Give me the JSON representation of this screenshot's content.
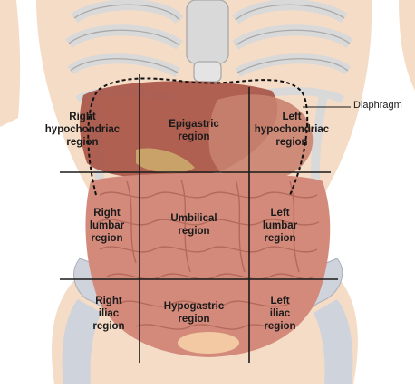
{
  "callout": {
    "label": "Diaphragm"
  },
  "regions": [
    {
      "key": "right-hypochondriac",
      "lines": [
        "Right",
        "hypochondriac",
        "region"
      ]
    },
    {
      "key": "epigastric",
      "lines": [
        "Epigastric",
        "region"
      ]
    },
    {
      "key": "left-hypochondriac",
      "lines": [
        "Left",
        "hypochondriac",
        "region"
      ]
    },
    {
      "key": "right-lumbar",
      "lines": [
        "Right",
        "lumbar",
        "region"
      ]
    },
    {
      "key": "umbilical",
      "lines": [
        "Umbilical",
        "region"
      ]
    },
    {
      "key": "left-lumbar",
      "lines": [
        "Left",
        "lumbar",
        "region"
      ]
    },
    {
      "key": "right-iliac",
      "lines": [
        "Right",
        "iliac",
        "region"
      ]
    },
    {
      "key": "hypogastric",
      "lines": [
        "Hypogastric",
        "region"
      ]
    },
    {
      "key": "left-iliac",
      "lines": [
        "Left",
        "iliac",
        "region"
      ]
    }
  ],
  "colors": {
    "skin": "#f5dcc6",
    "skin_shadow": "#e8c3a6",
    "bone": "#d9d9d9",
    "bone_edge": "#a9a9a9",
    "liver": "#a34a3c",
    "stomach": "#c9826f",
    "intestine": "#d38a7b",
    "intestine_edge": "#b46a5b",
    "pelvis": "#cfd3dc",
    "grid_line": "#1a1a1a"
  }
}
